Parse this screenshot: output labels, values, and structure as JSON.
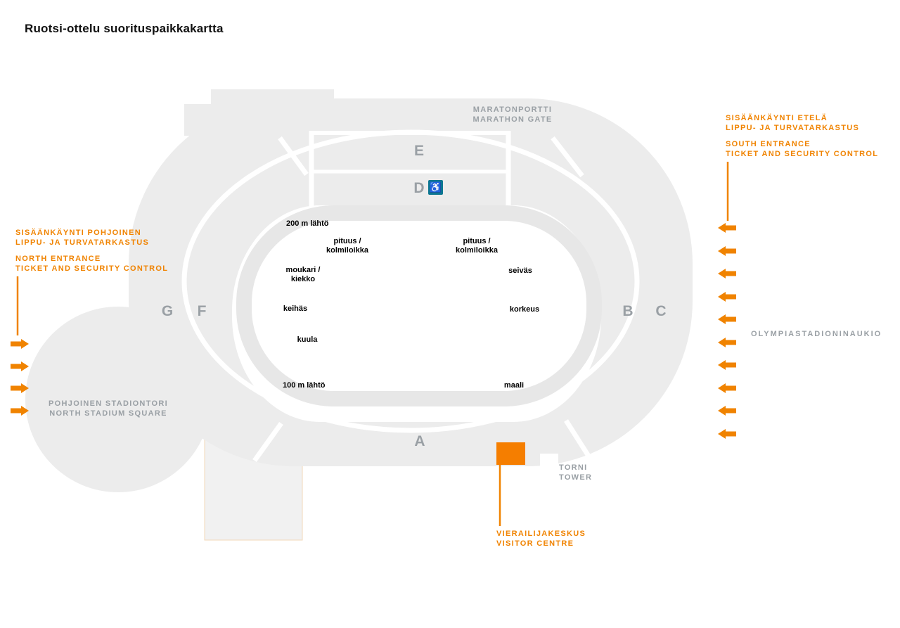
{
  "title": "Ruotsi-ottelu suorituspaikkakartta",
  "colors": {
    "orange": "#F08300",
    "gray_label": "#9AA0A5",
    "stadium_fill": "#ECECEC",
    "track_stroke": "#E7E7E7",
    "accessible_teal": "#0C7791"
  },
  "stands": {
    "a": "A",
    "b": "B",
    "c": "C",
    "d": "D",
    "e": "E",
    "f": "F",
    "g": "G"
  },
  "gates": {
    "marathon": "MARATONPORTTI\nMARATHON GATE",
    "tower": "TORNI\nTOWER",
    "north_square": "POHJOINEN STADIONTORI\nNORTH STADIUM SQUARE",
    "olympia_square": "OLYMPIASTADIONINAUKIO"
  },
  "entrances": {
    "south_fi": "SISÄÄNKÄYNTI ETELÄ\nLIPPU- JA TURVATARKASTUS",
    "south_en": "SOUTH ENTRANCE\nTICKET AND SECURITY CONTROL",
    "north_fi": "SISÄÄNKÄYNTI POHJOINEN\nLIPPU- JA TURVATARKASTUS",
    "north_en": "NORTH ENTRANCE\nTICKET AND SECURITY CONTROL",
    "visitor": "VIERAILIJAKESKUS\nVISITOR CENTRE"
  },
  "field_labels": {
    "start_200m": "200 m lähtö",
    "long_triple_west": "pituus /\nkolmiloikka",
    "long_triple_east": "pituus /\nkolmiloikka",
    "hammer_discus": "moukari /\nkiekko",
    "pole_vault": "seiväs",
    "javelin": "keihäs",
    "high_jump": "korkeus",
    "shot_put": "kuula",
    "start_100m": "100 m lähtö",
    "finish": "maali"
  },
  "icons": {
    "accessible": "♿"
  }
}
